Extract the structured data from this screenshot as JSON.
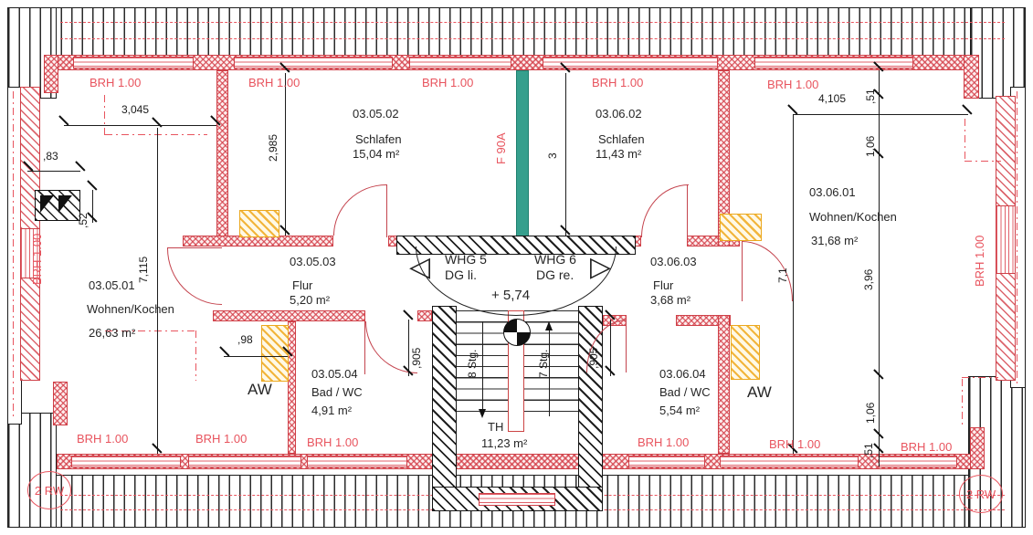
{
  "labels": {
    "brh": "BRH 1.00",
    "rw": "2 RW",
    "aw": "AW",
    "firewall": "F 90A",
    "elevation": "+ 5,74",
    "whg5": "WHG 5",
    "whg5_floor": "DG li.",
    "whg6": "WHG 6",
    "whg6_floor": "DG re.",
    "stairs_left": "8 Stg.",
    "stairs_right": "7 Stg.",
    "stairwell_id": "TH",
    "stairwell_area": "11,23 m²"
  },
  "rooms": [
    {
      "id": "03.05.01",
      "name": "Wohnen/Kochen",
      "area": "26,63 m²"
    },
    {
      "id": "03.05.02",
      "name": "Schlafen",
      "area": "15,04 m²"
    },
    {
      "id": "03.05.03",
      "name": "Flur",
      "area": "5,20 m²"
    },
    {
      "id": "03.05.04",
      "name": "Bad / WC",
      "area": "4,91 m²"
    },
    {
      "id": "03.06.01",
      "name": "Wohnen/Kochen",
      "area": "31,68 m²"
    },
    {
      "id": "03.06.02",
      "name": "Schlafen",
      "area": "11,43 m²"
    },
    {
      "id": "03.06.03",
      "name": "Flur",
      "area": "3,68 m²"
    },
    {
      "id": "03.06.04",
      "name": "Bad / WC",
      "area": "5,54 m²"
    }
  ],
  "dims": {
    "w3045": "3,045",
    "h2985": "2,985",
    "h3": "3",
    "h7115": "7,115",
    "w83": ",83",
    "h52": ",52",
    "w98": ",98",
    "h905": ",905",
    "w4105": "4,105",
    "h51": ",51",
    "h106": "1,06",
    "h396": "3,96",
    "h71": "7,1"
  },
  "colors": {
    "wall_red": "#cf4048",
    "text_red": "#e8545e",
    "firewall_teal": "#369f8d",
    "shaft_yellow": "#eba81f",
    "linework": "#1d1d1d"
  }
}
